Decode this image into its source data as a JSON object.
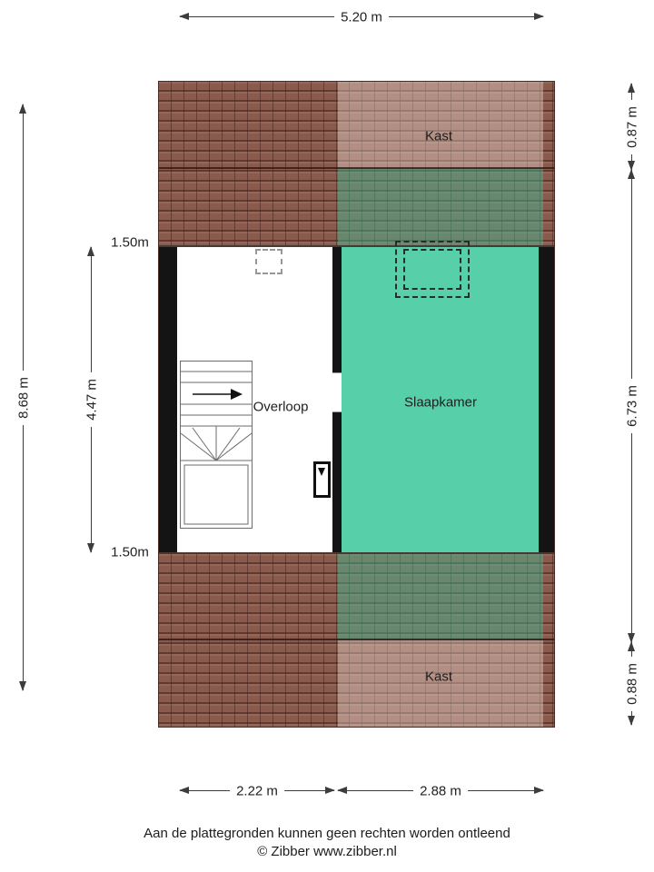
{
  "plan": {
    "rooms": {
      "kast_top": "Kast",
      "overloop": "Overloop",
      "slaapkamer": "Slaapkamer",
      "kast_bottom": "Kast"
    }
  },
  "dimensions": {
    "top_width": "5.20 m",
    "left_total": "8.68 m",
    "left_inner": "4.47 m",
    "knee_height_top": "1.50m",
    "knee_height_bottom": "1.50m",
    "right_top": "0.87 m",
    "right_middle": "6.73 m",
    "right_bottom": "0.88 m",
    "bottom_left": "2.22 m",
    "bottom_right": "2.88 m"
  },
  "footer": {
    "disclaimer": "Aan de plattegronden kunnen geen rechten worden ontleend",
    "copyright": "© Zibber www.zibber.nl"
  },
  "colors": {
    "roof": "#8a5a4c",
    "roof_line": "#54342c",
    "bedroom": "#57cfa9",
    "wall": "#141414",
    "kast_light_overlay": "#c9a294",
    "kast_teal_overlay": "#6f8f72"
  }
}
